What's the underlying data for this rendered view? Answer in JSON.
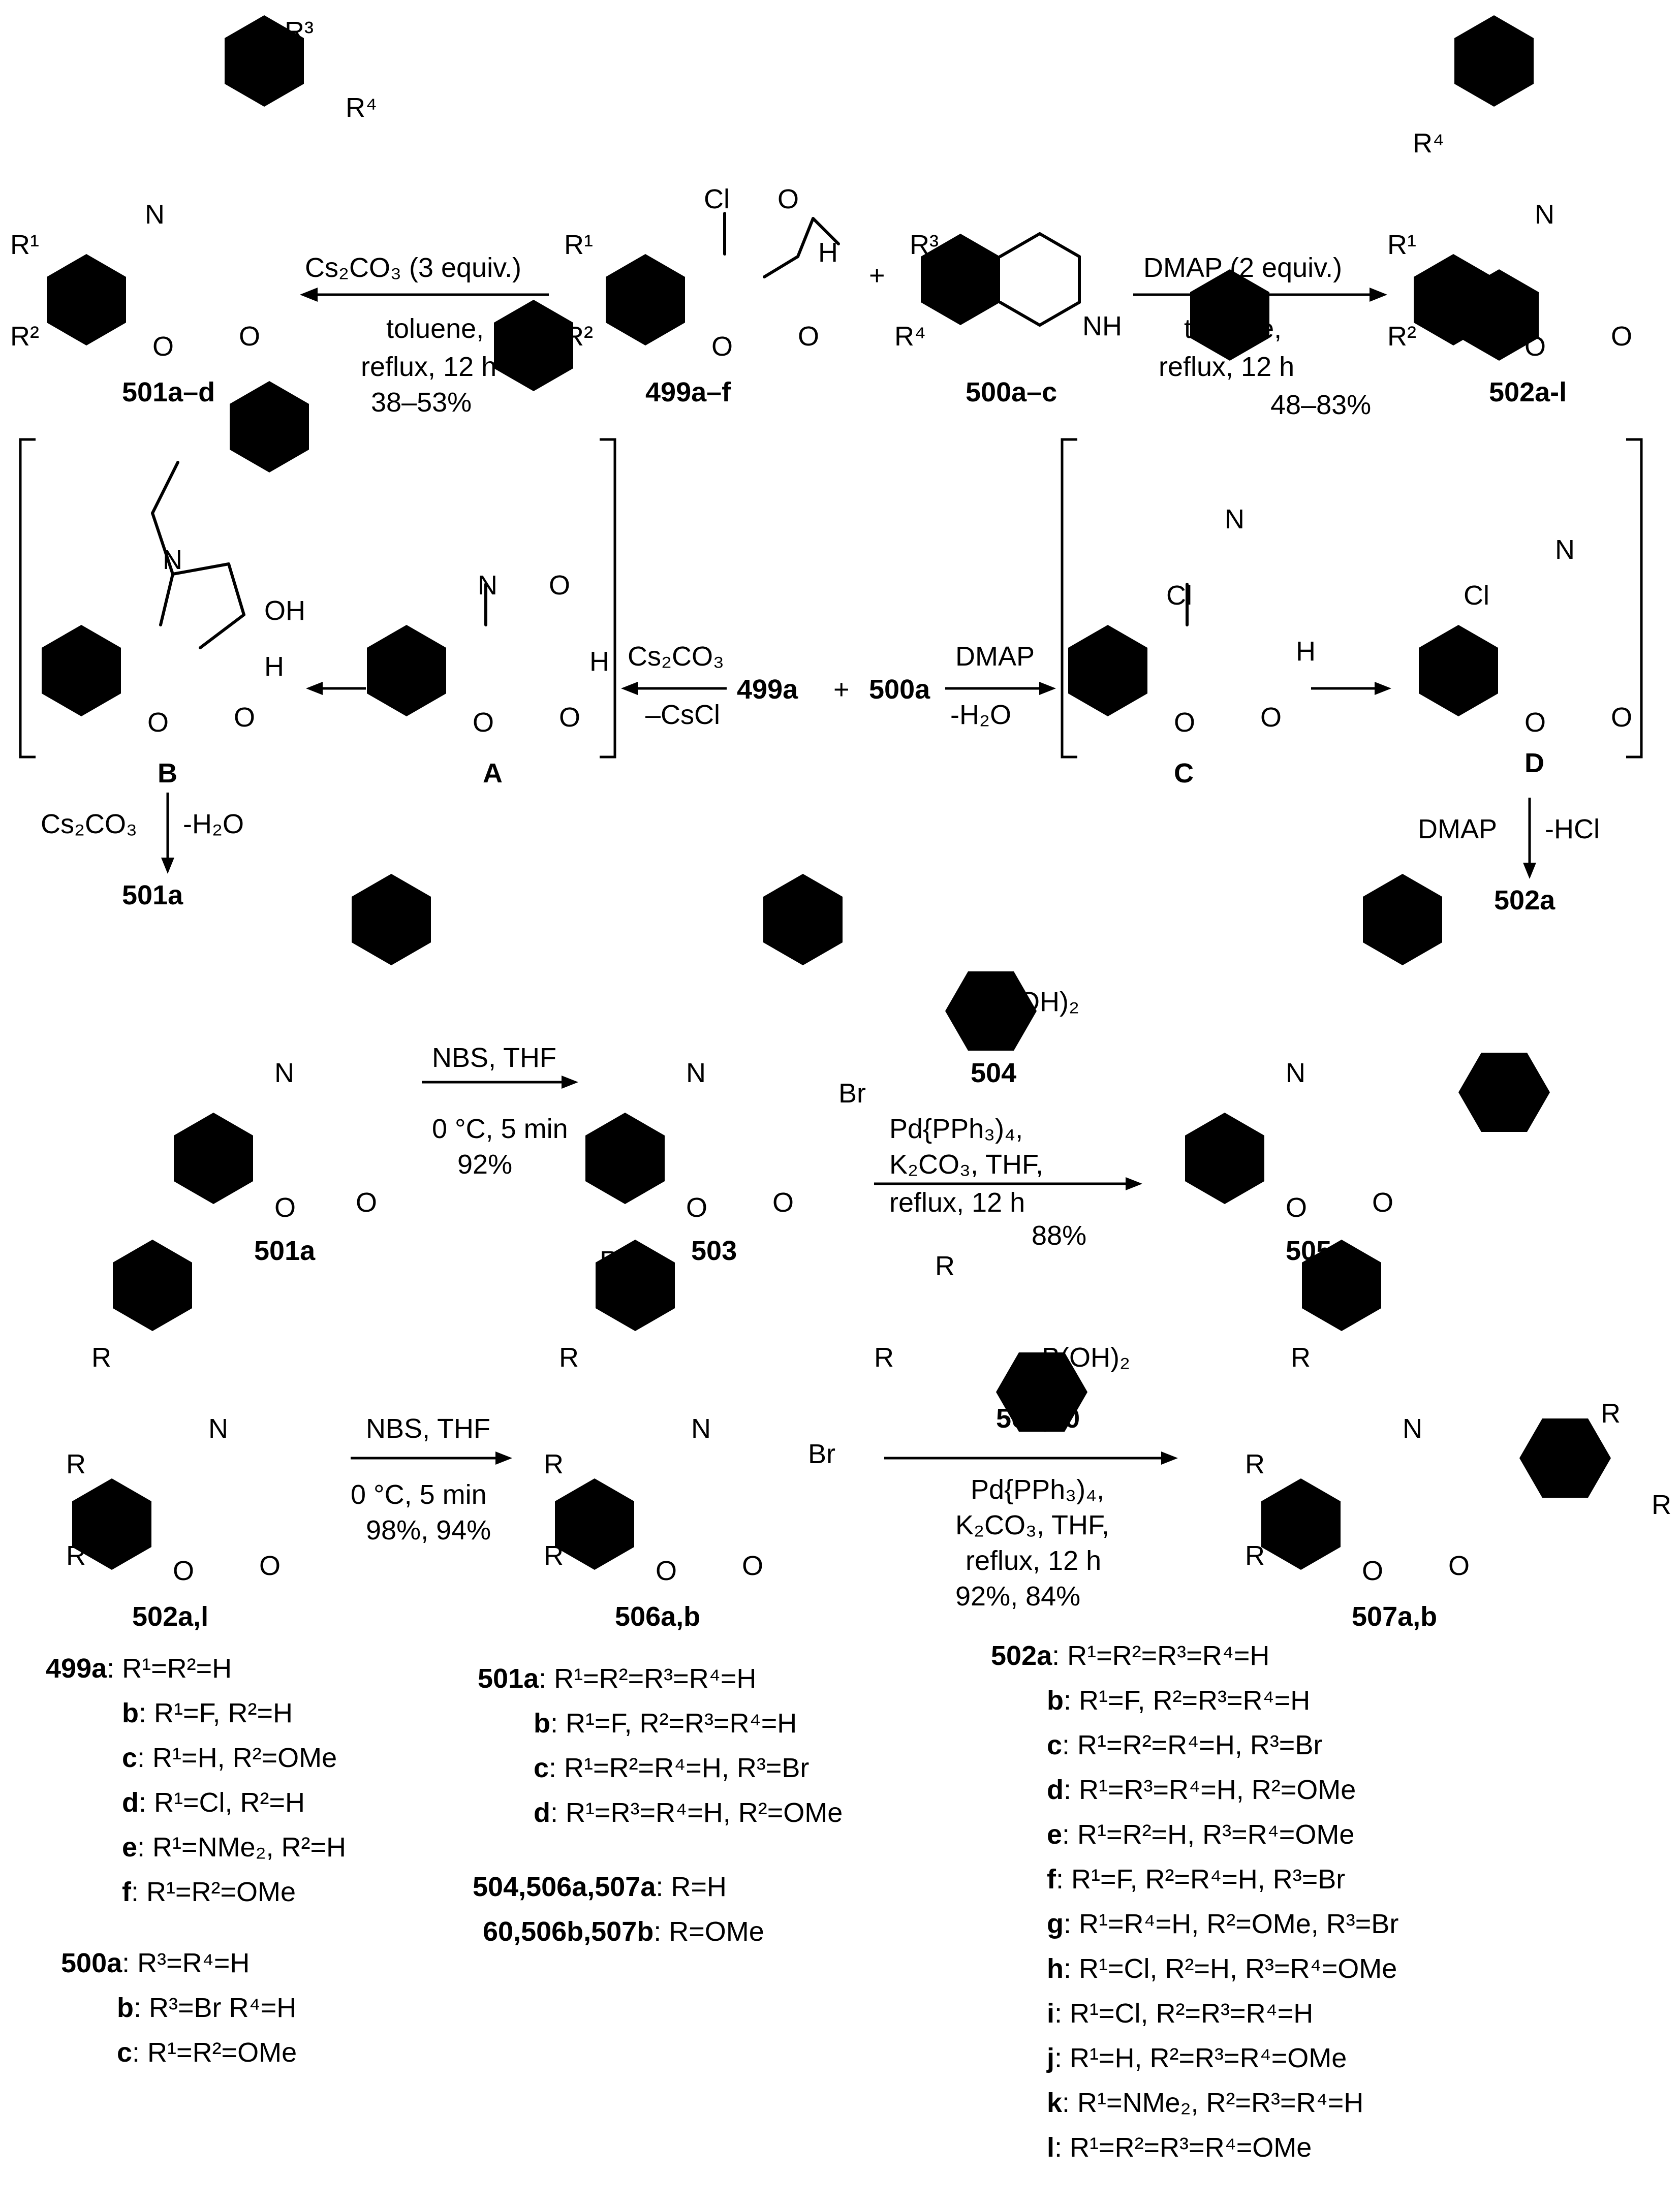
{
  "scheme": {
    "compounds": {
      "c501ad": "501a–d",
      "c499af": "499a–f",
      "c500ac": "500a–c",
      "c502al": "502a-l",
      "cB": "B",
      "cA": "A",
      "c499a": "499a",
      "c500a": "500a",
      "cC": "C",
      "cD": "D",
      "c501a_1": "501a",
      "c502a": "502a",
      "c501a_2": "501a",
      "c503": "503",
      "c504": "504",
      "c505": "505",
      "c502al_2": "502a,l",
      "c506ab": "506a,b",
      "c50460": "504,60",
      "c507ab": "507a,b"
    },
    "conditions": {
      "left_top_reagent": "Cs₂CO₃ (3 equiv.)",
      "left_top_c1": "toluene,",
      "left_top_c2": "reflux, 12 h",
      "left_top_yield": "38–53%",
      "right_top_reagent": "DMAP (2 equiv.)",
      "right_top_c1": "toluene,",
      "right_top_c2": "reflux, 12 h",
      "right_top_yield": "48–83%",
      "mech_left_r1": "Cs₂CO₃",
      "mech_left_r2": "–CsCl",
      "mech_right_r1": "DMAP",
      "mech_right_r2": "-H₂O",
      "mech_B_r1": "Cs₂CO₃",
      "mech_B_r2": "-H₂O",
      "mech_D_r1": "DMAP",
      "mech_D_r2": "-HCl",
      "plus": "+",
      "nbs1_r": "NBS, THF",
      "nbs1_c": "0 °C, 5 min",
      "nbs1_y": "92%",
      "suzuki1_c1": "Pd{PPh₃)₄,",
      "suzuki1_c2": "K₂CO₃, THF,",
      "suzuki1_c3": "reflux, 12 h",
      "suzuki1_y": "88%",
      "nbs2_r": "NBS, THF",
      "nbs2_c": "0 °C, 5 min",
      "nbs2_y": "98%, 94%",
      "suzuki2_c1": "Pd{PPh₃)₄,",
      "suzuki2_c2": "K₂CO₃, THF,",
      "suzuki2_c3": "reflux, 12 h",
      "suzuki2_y": "92%, 84%"
    },
    "atoms": {
      "Cl": "Cl",
      "O": "O",
      "H": "H",
      "N": "N",
      "NH": "NH",
      "OH": "OH",
      "Br": "Br",
      "BOH2": "B(OH)₂",
      "R": "R",
      "R1": "R¹",
      "R2": "R²",
      "R3": "R³",
      "R4": "R⁴"
    }
  },
  "legend_499": [
    {
      "id": "499a",
      "text": ": R¹=R²=H"
    },
    {
      "id": "b",
      "text": ": R¹=F, R²=H"
    },
    {
      "id": "c",
      "text": ": R¹=H, R²=OMe"
    },
    {
      "id": "d",
      "text": ": R¹=Cl, R²=H"
    },
    {
      "id": "e",
      "text": ": R¹=NMe₂, R²=H"
    },
    {
      "id": "f",
      "text": ": R¹=R²=OMe"
    }
  ],
  "legend_500": [
    {
      "id": "500a",
      "text": ": R³=R⁴=H"
    },
    {
      "id": "b",
      "text": ": R³=Br R⁴=H"
    },
    {
      "id": "c",
      "text": ": R¹=R²=OMe"
    }
  ],
  "legend_501": [
    {
      "id": "501a",
      "text": ": R¹=R²=R³=R⁴=H"
    },
    {
      "id": "b",
      "text": ": R¹=F, R²=R³=R⁴=H"
    },
    {
      "id": "c",
      "text": ": R¹=R²=R⁴=H, R³=Br"
    },
    {
      "id": "d",
      "text": ": R¹=R³=R⁴=H, R²=OMe"
    }
  ],
  "legend_R": [
    {
      "id": "504,506a,507a",
      "text": ": R=H"
    },
    {
      "id": "60,506b,507b",
      "text": ": R=OMe"
    }
  ],
  "legend_502": [
    {
      "id": "502a",
      "text": ": R¹=R²=R³=R⁴=H"
    },
    {
      "id": "b",
      "text": ": R¹=F, R²=R³=R⁴=H"
    },
    {
      "id": "c",
      "text": ": R¹=R²=R⁴=H, R³=Br"
    },
    {
      "id": "d",
      "text": ": R¹=R³=R⁴=H, R²=OMe"
    },
    {
      "id": "e",
      "text": ": R¹=R²=H, R³=R⁴=OMe"
    },
    {
      "id": "f",
      "text": ": R¹=F, R²=R⁴=H, R³=Br"
    },
    {
      "id": "g",
      "text": ": R¹=R⁴=H, R²=OMe, R³=Br"
    },
    {
      "id": "h",
      "text": ": R¹=Cl, R²=H, R³=R⁴=OMe"
    },
    {
      "id": "i",
      "text": ": R¹=Cl, R²=R³=R⁴=H"
    },
    {
      "id": "j",
      "text": ": R¹=H, R²=R³=R⁴=OMe"
    },
    {
      "id": "k",
      "text": ": R¹=NMe₂, R²=R³=R⁴=H"
    },
    {
      "id": "l",
      "text": ": R¹=R²=R³=R⁴=OMe"
    }
  ]
}
